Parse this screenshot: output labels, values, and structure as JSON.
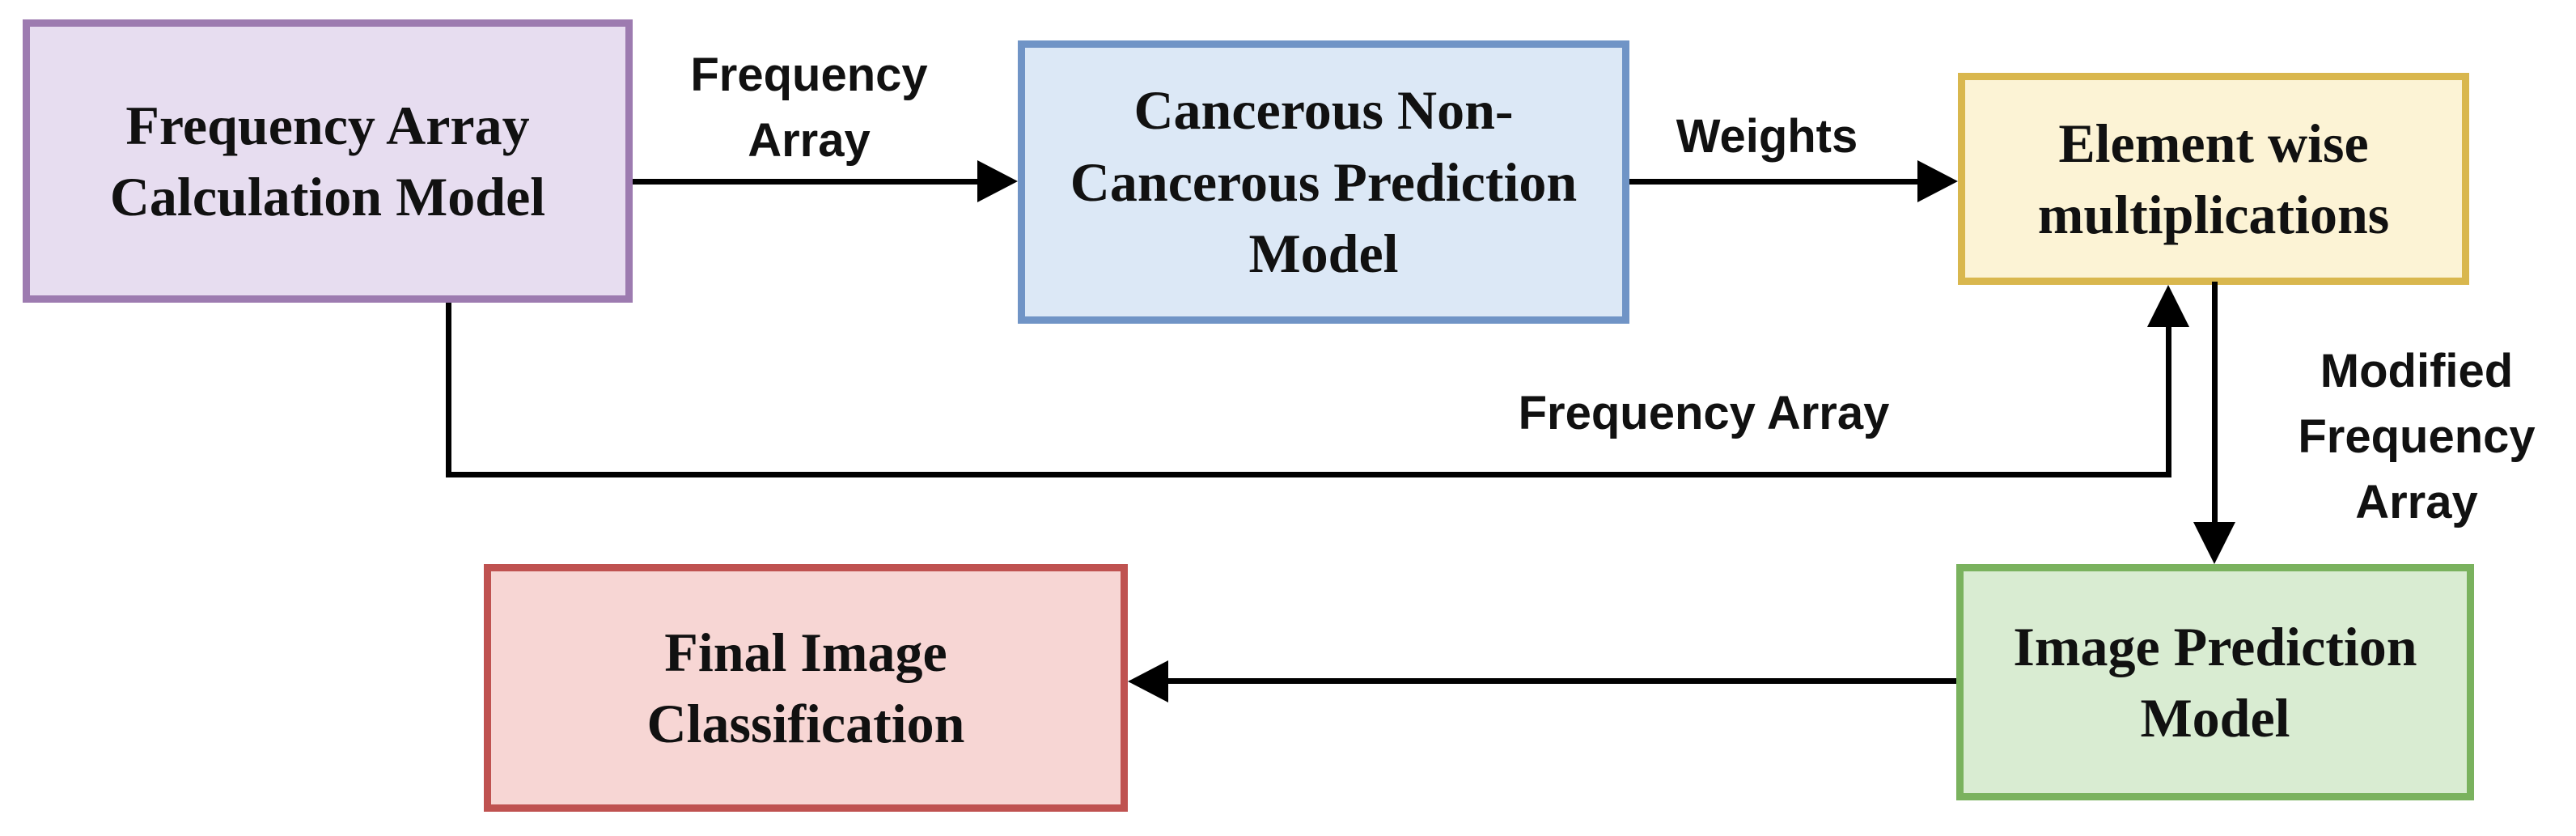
{
  "canvas_style": {
    "fill": "#ffffff",
    "text": "#000000"
  },
  "diagram": {
    "edge_style": {
      "fill": "#000000"
    },
    "nodes": [
      {
        "id": "frequency-array-calculation-model",
        "label": "Frequency Array Calculation Model",
        "fill": "#e7ddf0",
        "border": "#9d7bb0"
      },
      {
        "id": "cancerous-non-cancerous-prediction-model",
        "label": "Cancerous Non-Cancerous Prediction Model",
        "fill": "#dce8f6",
        "border": "#7094c6"
      },
      {
        "id": "element-wise-multiplications",
        "label": "Element wise multiplications",
        "fill": "#fcf3d5",
        "border": "#d9b74e"
      },
      {
        "id": "image-prediction-model",
        "label": "Image Prediction Model",
        "fill": "#d9ecd2",
        "border": "#7ab25e"
      },
      {
        "id": "final-image-classification",
        "label": "Final Image Classification",
        "fill": "#f7d6d4",
        "border": "#bf5250"
      }
    ],
    "edges": [
      {
        "id": "freq-calc-to-cancer-pred",
        "from": "frequency-array-calculation-model",
        "to": "cancerous-non-cancerous-prediction-model",
        "label": "Frequency Array"
      },
      {
        "id": "cancer-pred-to-elem-mult",
        "from": "cancerous-non-cancerous-prediction-model",
        "to": "element-wise-multiplications",
        "label": "Weights"
      },
      {
        "id": "freq-calc-to-elem-mult-feedback",
        "from": "frequency-array-calculation-model",
        "to": "element-wise-multiplications",
        "label": "Frequency Array"
      },
      {
        "id": "elem-mult-to-image-pred",
        "from": "element-wise-multiplications",
        "to": "image-prediction-model",
        "label": "Modified Frequency Array"
      },
      {
        "id": "image-pred-to-final-class",
        "from": "image-prediction-model",
        "to": "final-image-classification",
        "label": ""
      }
    ]
  }
}
